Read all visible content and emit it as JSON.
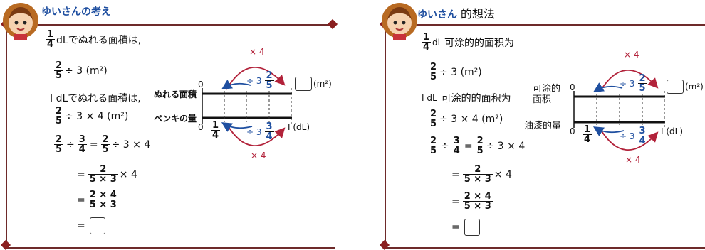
{
  "left": {
    "title": "ゆいさんの考え",
    "lines": {
      "l1_frac_n": "1",
      "l1_frac_d": "4",
      "l1_text": "dLでぬれる面積は,",
      "l2_frac_n": "2",
      "l2_frac_d": "5",
      "l2_text": "÷ 3 (m²)",
      "l3_text": "I dLでぬれる面積は,",
      "l4_frac_n": "2",
      "l4_frac_d": "5",
      "l4_text": "÷ 3 × 4 (m²)",
      "l5_a_n": "2",
      "l5_a_d": "5",
      "l5_div": "÷",
      "l5_b_n": "3",
      "l5_b_d": "4",
      "l5_eq": "=",
      "l5_c_n": "2",
      "l5_c_d": "5",
      "l5_tail": "÷ 3 × 4",
      "l6_eq": "=",
      "l6_n": "2",
      "l6_d": "5 × 3",
      "l6_tail": "× 4",
      "l7_eq": "=",
      "l7_n": "2 × 4",
      "l7_d": "5 × 3",
      "l8_eq": "="
    },
    "diagram": {
      "area_label": "ぬれる面積",
      "paint_label": "ペンキの量",
      "times4_top": "× 4",
      "times4_bottom": "× 4",
      "div3_top": "÷ 3",
      "div3_top_n": "2",
      "div3_top_d": "5",
      "div3_bottom": "÷ 3",
      "div3_bottom_n": "3",
      "div3_bottom_d": "4",
      "zero_top": "0",
      "zero_bottom": "0",
      "quarter_n": "1",
      "quarter_d": "4",
      "unit_m2": "(m²)",
      "unit_one": "I",
      "unit_dl": "(dL)"
    }
  },
  "right": {
    "title_jp": "ゆいさん",
    "title_cn": "的想法",
    "lines": {
      "l1_frac_n": "1",
      "l1_frac_d": "4",
      "l1_unit": "dl",
      "l1_text": "可涂的的面积为",
      "l2_frac_n": "2",
      "l2_frac_d": "5",
      "l2_text": "÷ 3 (m²)",
      "l3_unit": "I dL",
      "l3_text": "可涂的的面积为",
      "l4_frac_n": "2",
      "l4_frac_d": "5",
      "l4_text": "÷ 3 × 4 (m²)",
      "l5_a_n": "2",
      "l5_a_d": "5",
      "l5_div": "÷",
      "l5_b_n": "3",
      "l5_b_d": "4",
      "l5_eq": "=",
      "l5_c_n": "2",
      "l5_c_d": "5",
      "l5_tail": "÷ 3 × 4",
      "l6_eq": "=",
      "l6_n": "2",
      "l6_d": "5 × 3",
      "l6_tail": "× 4",
      "l7_eq": "=",
      "l7_n": "2 × 4",
      "l7_d": "5 × 3",
      "l8_eq": "="
    },
    "diagram": {
      "area_label_1": "可涂的",
      "area_label_2": "面积",
      "paint_label": "油漆的量",
      "times4_top": "× 4",
      "times4_bottom": "× 4",
      "div3_top": "÷ 3",
      "div3_top_n": "2",
      "div3_top_d": "5",
      "div3_bottom": "÷ 3",
      "div3_bottom_n": "3",
      "div3_bottom_d": "4",
      "zero_top": "0",
      "zero_bottom": "0",
      "quarter_n": "1",
      "quarter_d": "4",
      "unit_m2": "(m²)",
      "unit_one": "I",
      "unit_dl": "(dL)"
    }
  },
  "colors": {
    "accent_blue": "#1f4fa0",
    "accent_red": "#b2223a",
    "frame": "#6e2a2a"
  }
}
